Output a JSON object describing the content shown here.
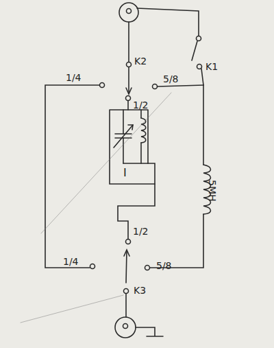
{
  "diagram": {
    "labels": [
      "K2",
      "K1",
      "1/4",
      "5/8",
      "1/2",
      "I",
      "5MH",
      "1/2",
      "1/4",
      "5/8",
      "K3"
    ]
  }
}
